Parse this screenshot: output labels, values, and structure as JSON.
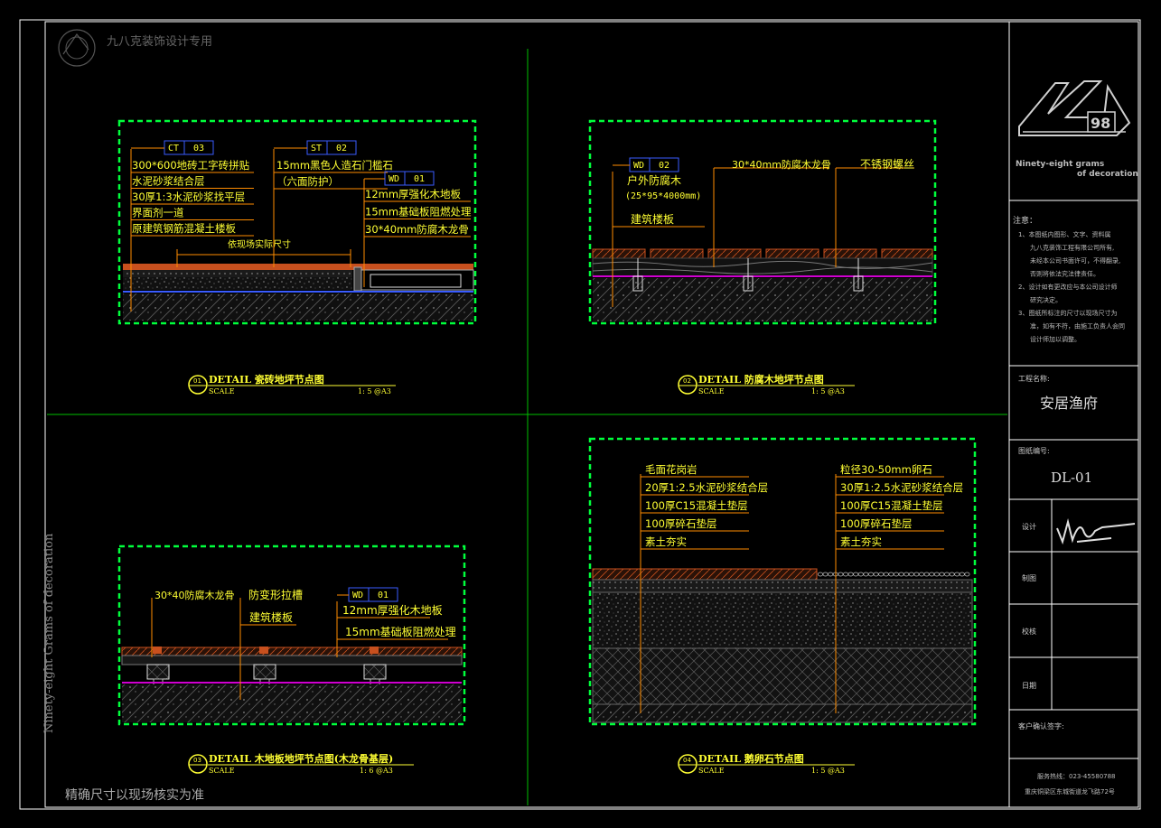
{
  "watermark": "九八克装饰设计专用",
  "side_text": "Ninety-eight Grams of decoration",
  "bottom_note": "精确尺寸以现场核实为准",
  "colors": {
    "frame": "#ffffff",
    "grid": "#00c000",
    "box": "#00ff3c",
    "label": "#ffff33",
    "ref": "#3a5cff",
    "leader": "#ff8c00",
    "magenta": "#d000d0",
    "wood": "#c8501e",
    "hatch": "#7a7a7a"
  },
  "details": [
    {
      "num": "01",
      "title": "DETAIL  瓷砖地坪节点图",
      "scale_word": "SCALE",
      "scale": "1: 5 @A3",
      "refs": [
        {
          "code": "CT",
          "num": "03"
        },
        {
          "code": "ST",
          "num": "02"
        },
        {
          "code": "WD",
          "num": "01"
        }
      ],
      "layers_left": [
        "300*600地砖工字砖拼贴",
        "水泥砂浆结合层",
        "30厚1:3水泥砂浆找平层",
        "界面剂一道",
        "原建筑钢筋混凝土楼板"
      ],
      "layers_mid": [
        "15mm黑色人造石门槛石",
        "（六面防护）"
      ],
      "layers_right": [
        "12mm厚强化木地板",
        "15mm基础板阻燃处理",
        "30*40mm防腐木龙骨"
      ],
      "dim_label": "依现场实际尺寸"
    },
    {
      "num": "02",
      "title": "DETAIL        防腐木地坪节点图",
      "scale_word": "SCALE",
      "scale": "1: 5 @A3",
      "refs": [
        {
          "code": "WD",
          "num": "02"
        }
      ],
      "layers": [
        "户外防腐木",
        "(25*95*4000mm)",
        "建筑楼板",
        "30*40mm防腐木龙骨",
        "不锈钢螺丝"
      ]
    },
    {
      "num": "03",
      "title": "DETAIL    木地板地坪节点图(木龙骨基层)",
      "scale_word": "SCALE",
      "scale": "1: 6 @A3",
      "refs": [
        {
          "code": "WD",
          "num": "01"
        }
      ],
      "layers": [
        "30*40防腐木龙骨",
        "防变形拉槽",
        "建筑楼板",
        "12mm厚强化木地板",
        "15mm基础板阻燃处理"
      ]
    },
    {
      "num": "04",
      "title": "DETAIL        鹅卵石节点图",
      "scale_word": "SCALE",
      "scale": "1: 5 @A3",
      "layers_left": [
        "毛面花岗岩",
        "20厚1:2.5水泥砂浆结合层",
        "100厚C15混凝土垫层",
        "100厚碎石垫层",
        "素土夯实"
      ],
      "layers_right": [
        "粒径30-50mm卵石",
        "30厚1:2.5水泥砂浆结合层",
        "100厚C15混凝土垫层",
        "100厚碎石垫层",
        "素土夯实"
      ]
    }
  ],
  "title_block": {
    "logo_brand": "98",
    "logo_text_1": "Ninety-eight grams",
    "logo_text_2": "of decoration",
    "notes_label": "注意：",
    "notes": [
      "1、本图纸内图形、文字、资料属",
      "九八克装饰工程有限公司所有,",
      "未经本公司书面许可，不得翻录,",
      "否则将依法究法律责任。",
      "2、设计如有更改应与本公司设计师",
      "研究决定。",
      "3、图纸所标注的尺寸以现场尺寸为",
      "准，如有不符，由施工负责人会同",
      "设计师加以调整。"
    ],
    "project_label": "工程名称:",
    "project_name": "安居渔府",
    "drawing_no_label": "图纸编号:",
    "drawing_no": "DL-01",
    "design_label": "设计",
    "draw_label": "制图",
    "check_label": "校核",
    "date_label": "日期",
    "client_label": "客户确认签字:",
    "hotline": "服务热线：023-45580788",
    "address": "重庆铜梁区东城街道龙飞路72号"
  }
}
